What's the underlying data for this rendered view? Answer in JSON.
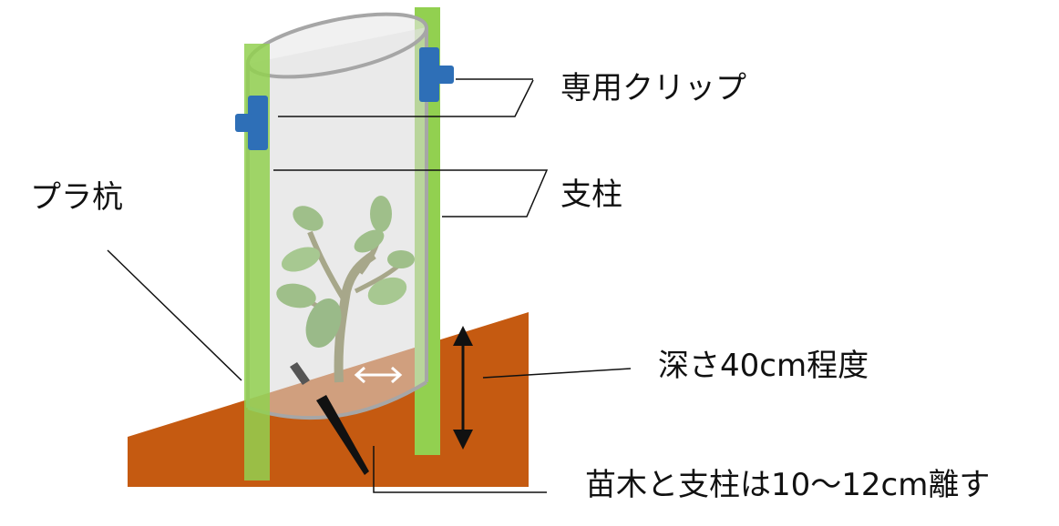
{
  "labels": {
    "clip": "専用クリップ",
    "pole": "支柱",
    "plastic_stake": "プラ杭",
    "depth": "深さ40cm程度",
    "distance": "苗木と支柱は10〜12cm離す"
  },
  "colors": {
    "soil": "#c55a11",
    "pole": "#92d050",
    "clip": "#2e6fb7",
    "leaf": "#5aa02c",
    "stem": "#6b6b2a"
  }
}
